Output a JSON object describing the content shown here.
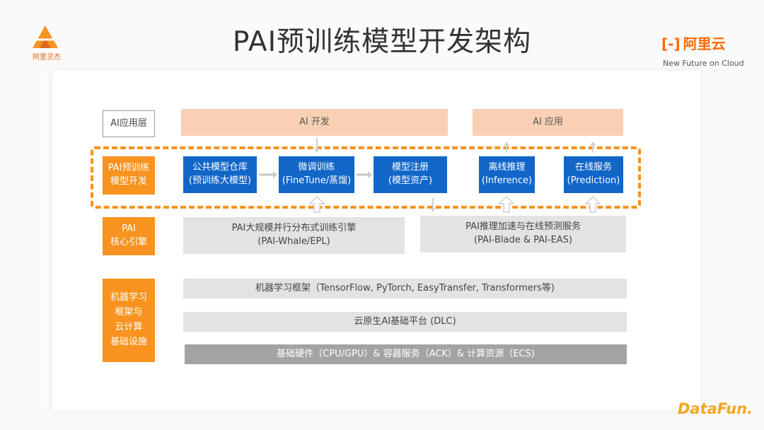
{
  "header": {
    "title": "PAI预训练模型开发架构",
    "left_logo_text": "阿里灵杰",
    "right_logo_text": "阿里云",
    "right_logo_mark": "[-]",
    "tagline": "New Future on Cloud",
    "footer_logo": "DataFun."
  },
  "colors": {
    "orange": "#f7931e",
    "blue": "#1166c8",
    "peach": "#f9d0b3",
    "gray": "#e3e3e3",
    "dark_gray": "#a3a3a3"
  },
  "layers": {
    "app": {
      "label": "AI应用层",
      "dev": "AI 开发",
      "use": "AI 应用"
    },
    "pretrain": {
      "label_line1": "PAI预训练",
      "label_line2": "模型开发",
      "boxes": [
        {
          "line1": "公共模型仓库",
          "line2": "(预训练大模型)"
        },
        {
          "line1": "微调训练",
          "line2": "(FineTune/蒸馏)"
        },
        {
          "line1": "模型注册",
          "line2": "(模型资产)"
        },
        {
          "line1": "离线推理",
          "line2": "(Inference)"
        },
        {
          "line1": "在线服务",
          "line2": "(Prediction)"
        }
      ]
    },
    "engine": {
      "label_line1": "PAI",
      "label_line2": "核心引擎",
      "train_line1": "PAI大规模并行分布式训练引擎",
      "train_line2": "(PAI-Whale/EPL)",
      "infer_line1": "PAI推理加速与在线预测服务",
      "infer_line2": "(PAI-Blade & PAI-EAS)"
    },
    "infra": {
      "label_lines": [
        "机器学习",
        "框架与",
        "云计算",
        "基础设施"
      ],
      "ml_framework": "机器学习框架（TensorFlow, PyTorch, EasyTransfer, Transformers等)",
      "dlc": "云原生AI基础平台 (DLC)",
      "hardware": "基础硬件（CPU/GPU）& 容器服务（ACK）& 计算资源（ECS)"
    }
  }
}
